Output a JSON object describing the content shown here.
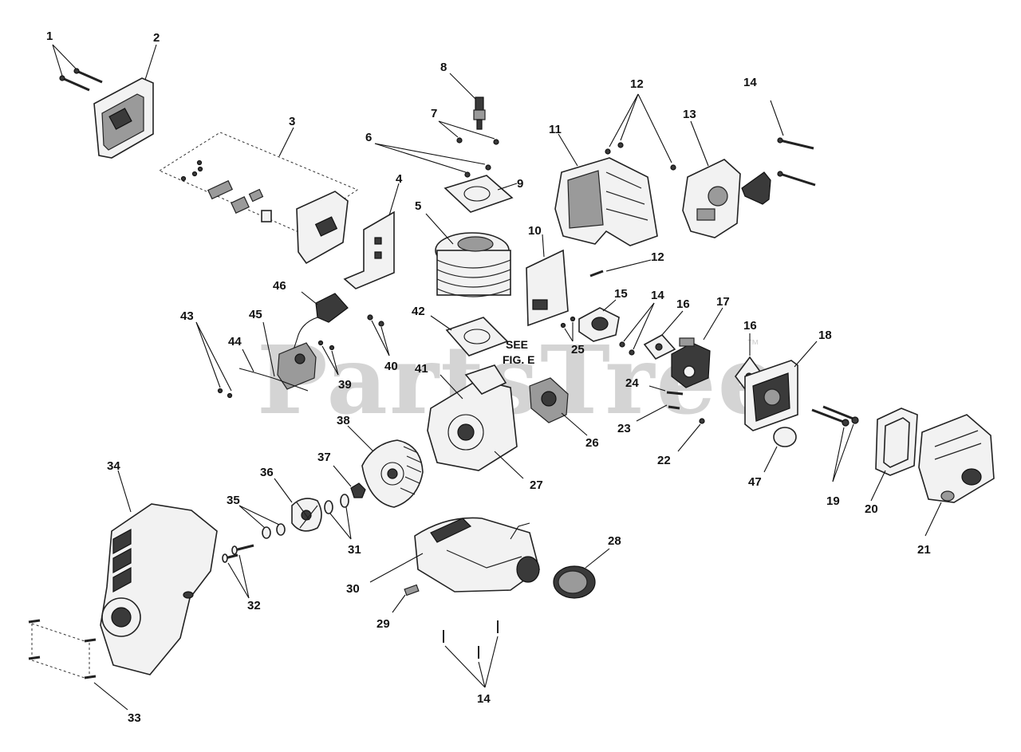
{
  "watermark": {
    "text": "PartsTree",
    "tm": "™"
  },
  "note": {
    "line1": "SEE",
    "line2": "FIG. E"
  },
  "callouts": {
    "c1": "1",
    "c2": "2",
    "c3": "3",
    "c4": "4",
    "c5": "5",
    "c6": "6",
    "c7": "7",
    "c8": "8",
    "c9": "9",
    "c10": "10",
    "c11": "11",
    "c12a": "12",
    "c12b": "12",
    "c13": "13",
    "c14a": "14",
    "c14b": "14",
    "c14c": "14",
    "c15": "15",
    "c16a": "16",
    "c16b": "16",
    "c17": "17",
    "c18": "18",
    "c19": "19",
    "c20": "20",
    "c21": "21",
    "c22": "22",
    "c23": "23",
    "c24": "24",
    "c25": "25",
    "c26": "26",
    "c27": "27",
    "c28": "28",
    "c29": "29",
    "c30": "30",
    "c31": "31",
    "c32": "32",
    "c33": "33",
    "c34": "34",
    "c35": "35",
    "c36": "36",
    "c37": "37",
    "c38": "38",
    "c39": "39",
    "c40": "40",
    "c41": "41",
    "c42": "42",
    "c43": "43",
    "c44": "44",
    "c45": "45",
    "c46": "46",
    "c47": "47"
  }
}
